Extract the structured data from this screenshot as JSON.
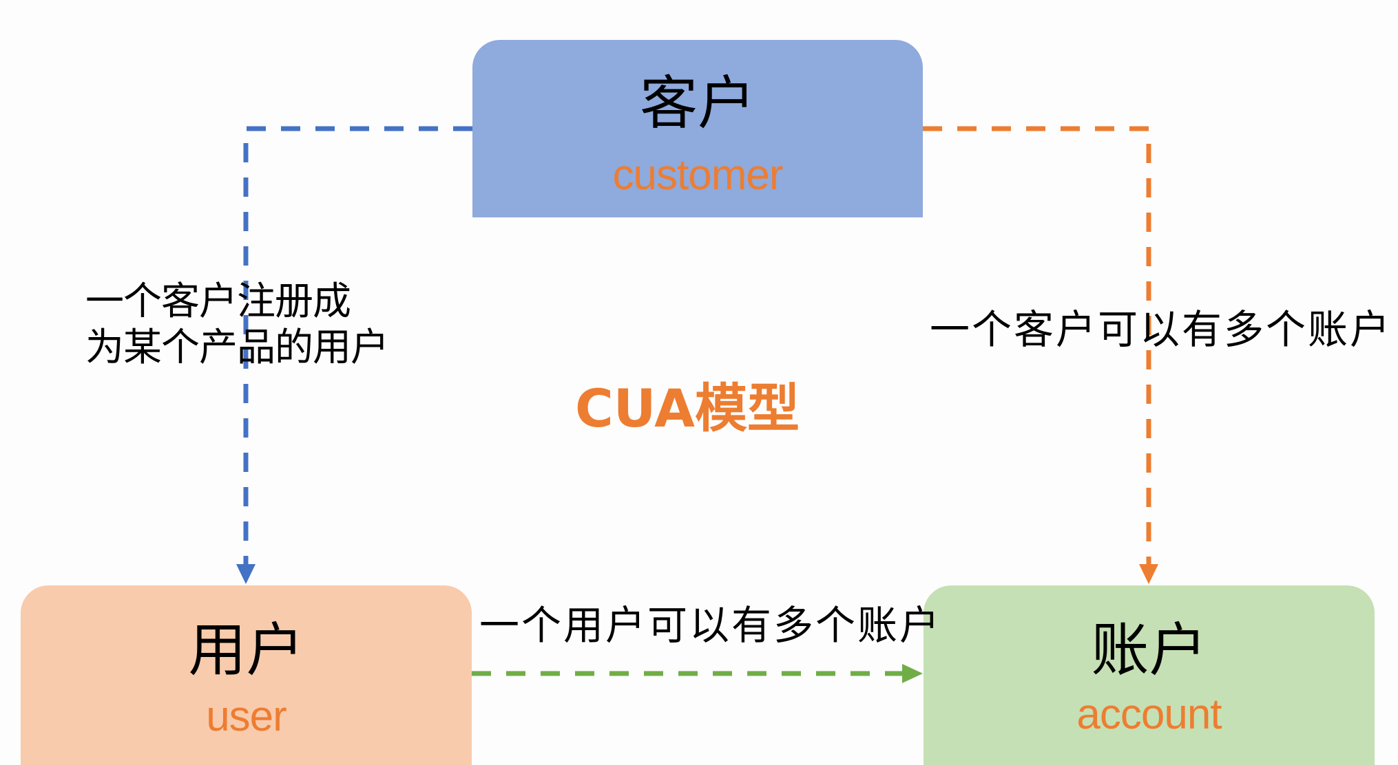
{
  "diagram": {
    "title": "CUA模型",
    "colors": {
      "background": "#fdfdfd",
      "customer_fill": "#8faadc",
      "user_fill": "#f8cbad",
      "account_fill": "#c5e0b4",
      "english_label": "#ed7d31",
      "title": "#ed7d31",
      "edge_customer_user": "#4472c4",
      "edge_customer_account": "#ed7d31",
      "edge_user_account": "#70ad47"
    },
    "nodes": {
      "customer": {
        "label_cn": "客户",
        "label_en": "customer"
      },
      "user": {
        "label_cn": "用户",
        "label_en": "user"
      },
      "account": {
        "label_cn": "账户",
        "label_en": "account"
      }
    },
    "edges": [
      {
        "id": "customer-user",
        "from": "customer",
        "to": "user",
        "style": "dashed",
        "label_lines": [
          "一个客户注册成",
          "为某个产品的用户"
        ]
      },
      {
        "id": "customer-account",
        "from": "customer",
        "to": "account",
        "style": "dashed",
        "label": "一个客户可以有多个账户"
      },
      {
        "id": "user-account",
        "from": "user",
        "to": "account",
        "style": "dashed",
        "label": "一个用户可以有多个账户"
      }
    ]
  }
}
